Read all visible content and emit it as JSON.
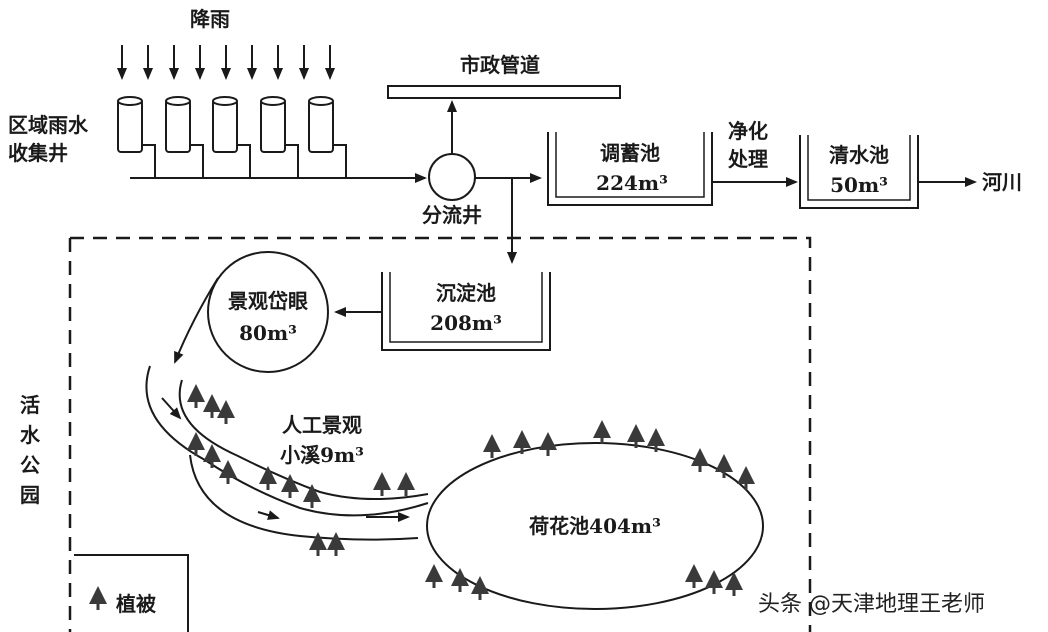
{
  "rain": {
    "label": "降雨"
  },
  "wells": {
    "label_line1": "区域雨水",
    "label_line2": "收集井"
  },
  "municipal": {
    "label": "市政管道"
  },
  "diversion": {
    "label": "分流井"
  },
  "regulating_pool": {
    "name": "调蓄池",
    "volume": "224m³"
  },
  "purification": {
    "line1": "净化",
    "line2": "处理"
  },
  "clear_pool": {
    "name": "清水池",
    "volume": "50m³"
  },
  "river": {
    "label": "河川"
  },
  "sediment_pool": {
    "name": "沉淀池",
    "volume": "208m³"
  },
  "landscape_pool": {
    "name": "景观岱眼",
    "volume": "80m³"
  },
  "stream": {
    "line1": "人工景观",
    "line2": "小溪9m³"
  },
  "lotus_pool": {
    "label": "荷花池404m³"
  },
  "park": {
    "label": "活水公园"
  },
  "legend": {
    "label": "植被"
  },
  "watermark": {
    "text": "头条 @天津地理王老师"
  },
  "colors": {
    "ink": "#1a1a1a",
    "tree": "#3a3a3a"
  }
}
